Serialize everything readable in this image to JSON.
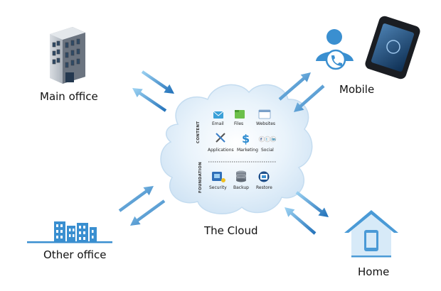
{
  "nodes": {
    "main_office": "Main office",
    "other_office": "Other office",
    "mobile": "Mobile",
    "home": "Home",
    "cloud": "The Cloud"
  },
  "cloud": {
    "content_label": "CONTENT",
    "foundation_label": "FOUNDATION",
    "content_items": [
      "Email",
      "Files",
      "Websites",
      "Applications",
      "Marketing",
      "Social"
    ],
    "foundation_items": [
      "Security",
      "Backup",
      "Restore"
    ]
  },
  "colors": {
    "arrow": "#2e86c8",
    "cloud_fill": "#dcecf8",
    "cloud_edge": "#c4dcf0",
    "building_blue": "#3a8fd0",
    "home_blue": "#4a9ad6"
  }
}
